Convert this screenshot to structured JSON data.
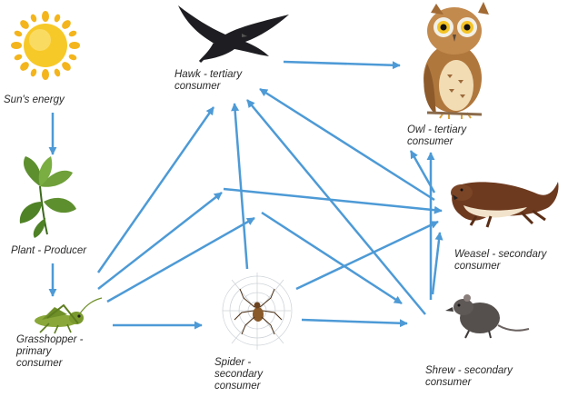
{
  "nodes": {
    "sun": {
      "line1": "Sun's energy"
    },
    "plant": {
      "line1": "Plant - Producer"
    },
    "grasshopper": {
      "line1": "Grasshopper -",
      "line2": "primary",
      "line3": "consumer"
    },
    "spider": {
      "line1": "Spider -",
      "line2": "secondary",
      "line3": "consumer"
    },
    "hawk": {
      "line1": "Hawk - tertiary",
      "line2": "consumer"
    },
    "owl": {
      "line1": "Owl - tertiary",
      "line2": "consumer"
    },
    "weasel": {
      "line1": "Weasel - secondary",
      "line2": "consumer"
    },
    "shrew": {
      "line1": "Shrew - secondary",
      "line2": "consumer"
    }
  },
  "colors": {
    "arrow": "#4d9ad6",
    "sun_core": "#f7c928",
    "sun_ray": "#f4b51c",
    "leaf": "#5e8f2f",
    "grasshopper": "#8aa83a",
    "hawk": "#1e1e22",
    "owl_body": "#b0773d",
    "owl_belly": "#f1dcb4",
    "weasel_back": "#6e3a1f",
    "weasel_belly": "#f2e4cc",
    "shrew": "#55504e",
    "web": "#cfd4d8"
  }
}
